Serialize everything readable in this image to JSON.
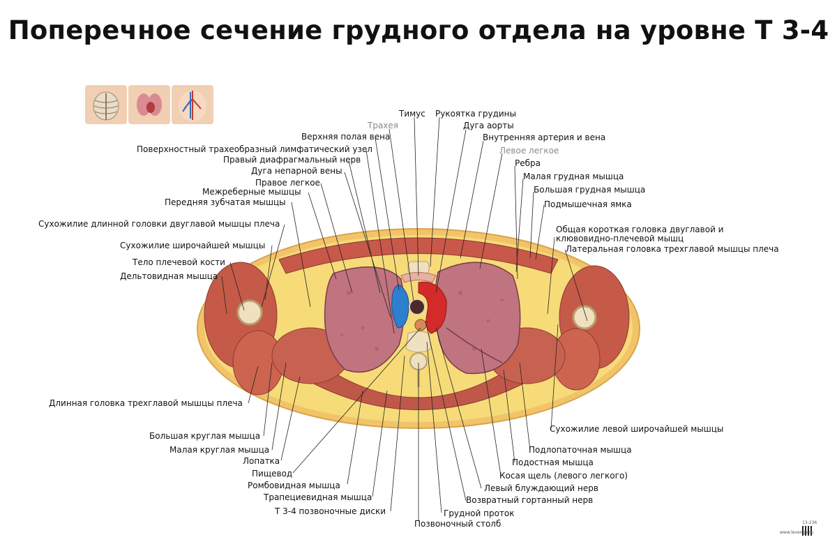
{
  "title": "Поперечное сечение грудного отдела на уровне Т 3-4",
  "labels": {
    "timus": "Тимус",
    "rukoyatka": "Рукоятка грудины",
    "trakheya": "Трахея",
    "duga_aorty": "Дуга аорты",
    "verkhnyaya_vena": "Верхняя полая вена",
    "vnutr_arteriya": "Внутренняя артерия и вена",
    "limf_uzel": "Поверхностный трахеобразный лимфатический узел",
    "levoe_legkoe": "Левое легкое",
    "diafr_nerv": "Правый диафрагмальный нерв",
    "rebra": "Ребра",
    "neparnaya_vena": "Дуга непарной вены",
    "malaya_grudnaya": "Малая грудная мышца",
    "pravoe_legkoe": "Правое легкое",
    "bolshaya_grudnaya": "Большая грудная мышца",
    "mezhrebernye": "Межреберные мышцы",
    "podmyshechnaya": "Подмышечная ямка",
    "zubchataya": "Передняя зубчатая мышцы",
    "dlinnaya_golovka_suzh": "Сухожилие длинной головки двуглавой мышцы плеча",
    "obshchaya_korotkaya": "Общая короткая головка двуглавой и",
    "obshchaya_korotkaya_2": "клювовидно-плечевой мышц",
    "shirochayshey": "Сухожилие широчайшей мышцы",
    "lateralnaya": "Латеральная головка трехглавой мышцы плеча",
    "telo_kosti": "Тело плечевой кости",
    "deltovidnaya": "Дельтовидная мышца",
    "dlinnaya_trekhglavoy": "Длинная головка трехглавой мышцы плеча",
    "levoy_shirochayshey": "Сухожилие левой широчайшей мышцы",
    "bolshaya_kruglaya": "Большая круглая мышца",
    "podlopatochnaya": "Подлопаточная мышца",
    "malaya_kruglaya": "Малая круглая мышца",
    "podostnaya": "Подостная мышца",
    "lopatka": "Лопатка",
    "kosaya_shchel": "Косая щель (левого легкого)",
    "pishchevod": "Пищевод",
    "bluzhdayushchiy": "Левый блуждающий нерв",
    "rombovidnaya": "Ромбовидная мышца",
    "vozvratnyy": "Возвратный гортанный нерв",
    "trapetsievidnaya": "Трапециевидная мышца",
    "protok": "Грудной проток",
    "diski": "Т 3-4 позвоночные диски",
    "stolb": "Позвоночный столб"
  },
  "footer": {
    "code": "13-236",
    "url": "www.levenga.ru"
  },
  "colors": {
    "fat": "#f3d15e",
    "skin": "#f2c46a",
    "muscle": "#c8584a",
    "lung": "#c07480",
    "vein": "#2f7fd0",
    "artery": "#d42a2a",
    "bone": "#efe0c0"
  }
}
